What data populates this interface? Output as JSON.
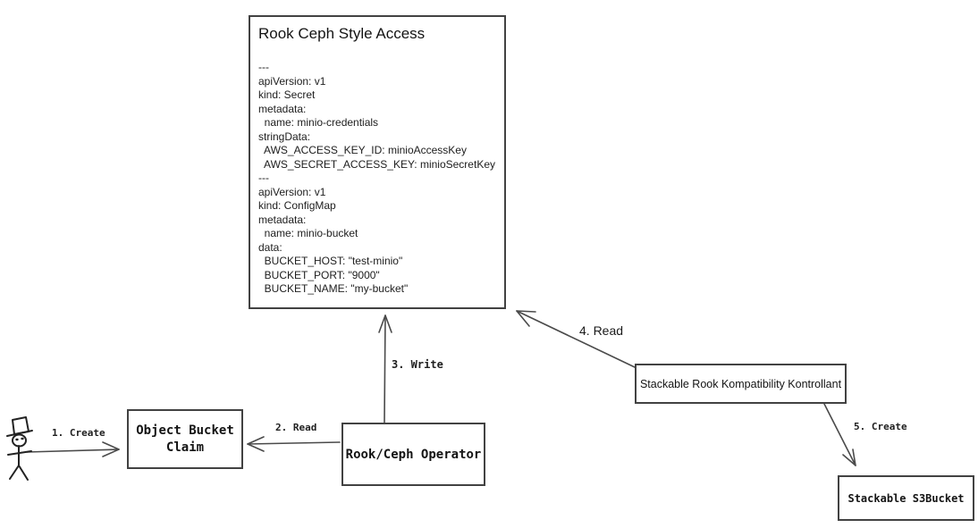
{
  "colors": {
    "background": "#ffffff",
    "stroke": "#4a4a4a",
    "text": "#1a1a1a"
  },
  "diagram": {
    "spec_box": {
      "title": "Rook Ceph Style Access",
      "yaml_lines": [
        "---",
        "apiVersion: v1",
        "kind: Secret",
        "metadata:",
        "  name: minio-credentials",
        "stringData:",
        "  AWS_ACCESS_KEY_ID: minioAccessKey",
        "  AWS_SECRET_ACCESS_KEY: minioSecretKey",
        "---",
        "apiVersion: v1",
        "kind: ConfigMap",
        "metadata:",
        "  name: minio-bucket",
        "data:",
        "  BUCKET_HOST: \"test-minio\"",
        "  BUCKET_PORT: \"9000\"",
        "  BUCKET_NAME: \"my-bucket\""
      ]
    },
    "nodes": {
      "object_bucket_claim": {
        "label": "Object Bucket Claim"
      },
      "rook_ceph_operator": {
        "label": "Rook/Ceph Operator"
      },
      "stackable_kontrollant": {
        "label": "Stackable Rook Kompatibility Kontrollant"
      },
      "stackable_s3bucket": {
        "label": "Stackable S3Bucket"
      }
    },
    "actor": {
      "name": "user"
    },
    "edges": [
      {
        "label": "1. Create",
        "from": "user",
        "to": "object_bucket_claim"
      },
      {
        "label": "2. Read",
        "from": "rook_ceph_operator",
        "to": "object_bucket_claim"
      },
      {
        "label": "3. Write",
        "from": "rook_ceph_operator",
        "to": "spec_box"
      },
      {
        "label": "4. Read",
        "from": "stackable_kontrollant",
        "to": "spec_box"
      },
      {
        "label": "5. Create",
        "from": "stackable_kontrollant",
        "to": "stackable_s3bucket"
      }
    ]
  }
}
